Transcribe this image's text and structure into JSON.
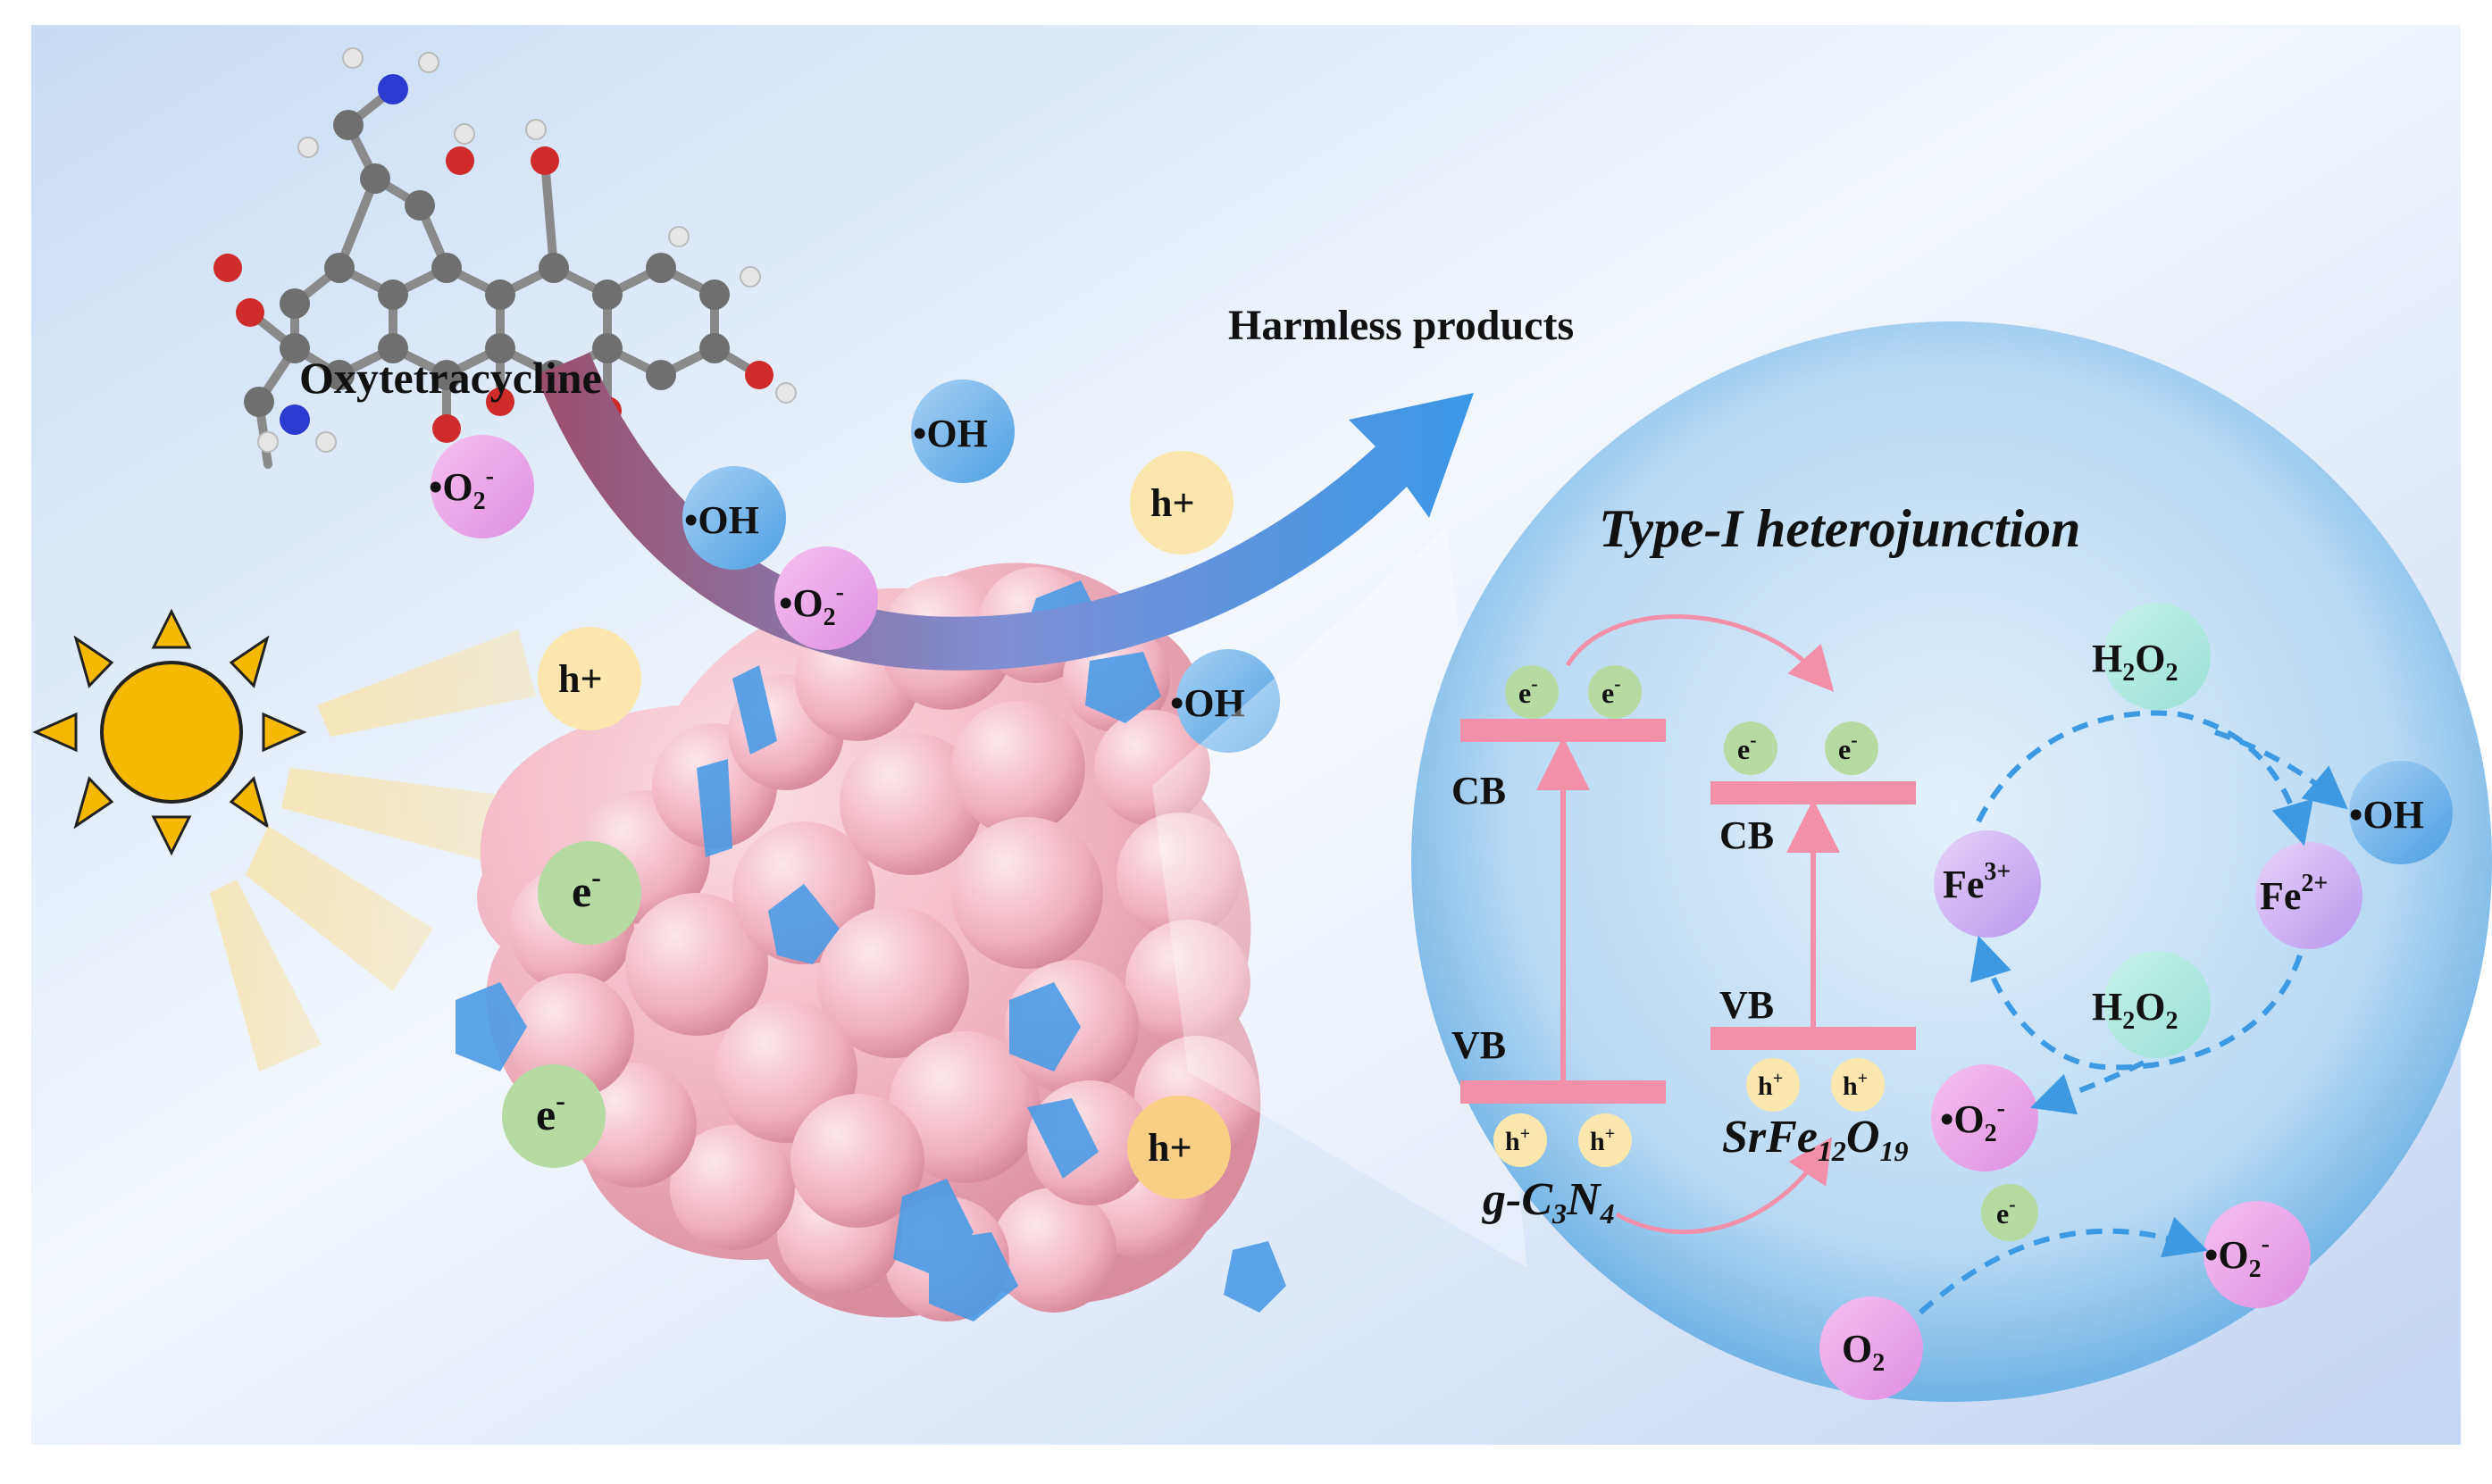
{
  "molecule": {
    "label": "Oxytetracycline"
  },
  "products": {
    "label": "Harmless products"
  },
  "heterojunction": {
    "title": "Type-I heterojunction"
  },
  "species": {
    "oh": "•OH",
    "o2_radical_base": "•O",
    "o2_sub": "2",
    "minus": "-",
    "h_plus": "h+",
    "e_minus_base": "e",
    "h_sup_plus": "+"
  },
  "bands": {
    "cb": "CB",
    "vb": "VB",
    "gcn_label": {
      "g": "g-C",
      "sub1": "3",
      "n": "N",
      "sub2": "4"
    },
    "srfe_label": {
      "sr": "SrFe",
      "sub1": "12",
      "o": "O",
      "sub2": "19"
    }
  },
  "fenton": {
    "h2o2_h": "H",
    "h2o2_sub": "2",
    "h2o2_o": "O",
    "fe3": "Fe",
    "fe3_sup": "3+",
    "fe2": "Fe",
    "fe2_sup": "2+",
    "o2_base": "O",
    "o2_sub": "2"
  },
  "colors": {
    "sun": "#f7b800",
    "hole": "#fbe7ae",
    "electron": "#b6dba2",
    "hydroxyl": "#5aa9e6",
    "superoxide": "#e79ae6",
    "band": "#f290aa",
    "dashed_arrow": "#3d9ae2"
  }
}
